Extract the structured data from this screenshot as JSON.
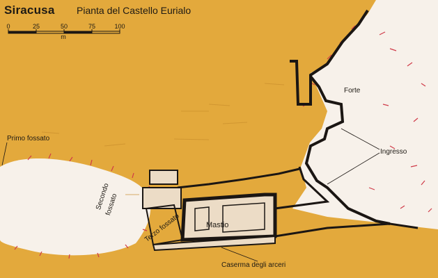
{
  "header": {
    "place": "Siracusa",
    "subtitle": "Pianta del Castello Eurialo"
  },
  "scale_bar": {
    "ticks": [
      "0",
      "25",
      "50",
      "75",
      "100"
    ],
    "unit": "m"
  },
  "labels": {
    "primo_fossato": "Primo fossato",
    "forte": "Forte",
    "ingresso": "Ingresso",
    "secondo": "Secondo",
    "fossato": "fossato",
    "terzo_fossato": "Terzo fossato",
    "mastio": "Mastio",
    "caserma": "Caserma degli arceri"
  },
  "colors": {
    "ground": "#e3a93c",
    "plateau": "#f7f1ea",
    "walls": "#1b1613",
    "vegetation": "#d03a48"
  }
}
